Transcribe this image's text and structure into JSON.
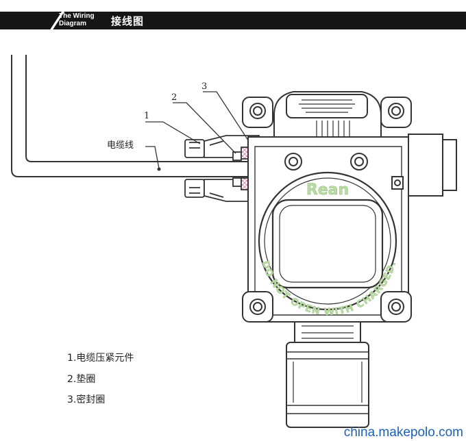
{
  "header": {
    "title_en_line1": "The Wiring",
    "title_en_line2": "Diagram",
    "title_cn": "接线图"
  },
  "callouts": {
    "n1": "1",
    "n2": "2",
    "n3": "3",
    "cable": "电缆线"
  },
  "device": {
    "brand": "Rean",
    "warning": "DO NOT OPEN WITH CHARGED."
  },
  "legend": [
    "1.电缆压紧元件",
    "2.垫圈",
    "3.密封圈"
  ],
  "watermark": "china.makepolo.com",
  "colors": {
    "header_bg": "#151515",
    "brand_green": "#b9dca3",
    "seal_pink": "#d98bb0",
    "watermark_blue": "#1f5fb8"
  }
}
